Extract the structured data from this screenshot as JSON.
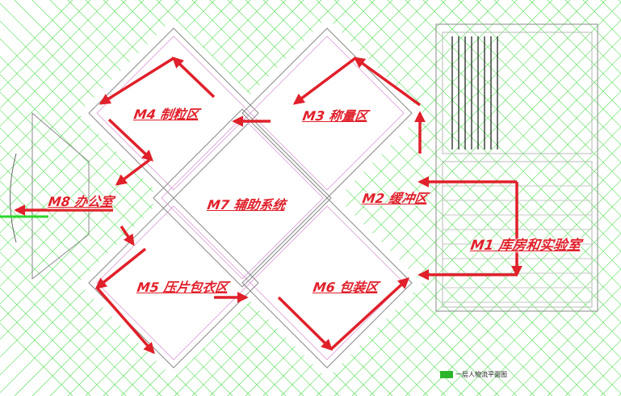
{
  "diagram": {
    "zones": [
      {
        "id": "M1",
        "label": "M1 库房和实验室"
      },
      {
        "id": "M2",
        "label": "M2 缓冲区"
      },
      {
        "id": "M3",
        "label": "M3 称量区"
      },
      {
        "id": "M4",
        "label": "M4 制粒区"
      },
      {
        "id": "M5",
        "label": "M5 压片包衣区"
      },
      {
        "id": "M6",
        "label": "M6 包装区"
      },
      {
        "id": "M7",
        "label": "M7 辅助系统"
      },
      {
        "id": "M8",
        "label": "M8 办公室"
      }
    ],
    "drawing_caption": "一层人物流平面图",
    "colors": {
      "flow_arrow": "#e0202a",
      "zone_label": "#e0202a",
      "grid_lines": "#2bd62b",
      "plan_lines": "#8a8a8a"
    },
    "icons": [
      "flow-arrow"
    ]
  }
}
